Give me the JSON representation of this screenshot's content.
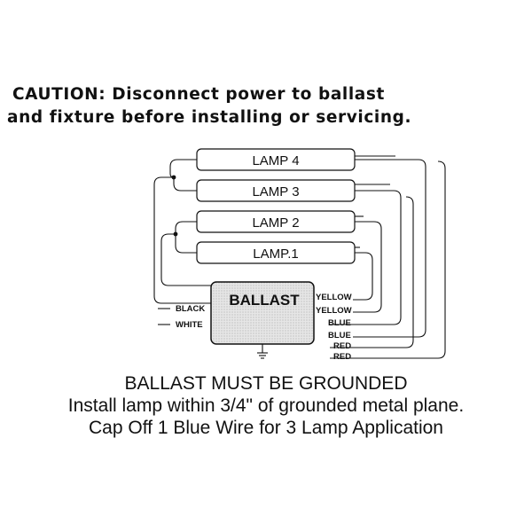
{
  "caution": {
    "line1": "CAUTION: Disconnect power to ballast",
    "line2": "and fixture before installing or servicing."
  },
  "lamps": [
    {
      "label": "LAMP 4"
    },
    {
      "label": "LAMP 3"
    },
    {
      "label": "LAMP 2"
    },
    {
      "label": "LAMP.1"
    }
  ],
  "ballast": {
    "label": "BALLAST"
  },
  "input_wires": [
    "BLACK",
    "WHITE"
  ],
  "output_wires": [
    "YELLOW",
    "YELLOW",
    "BLUE",
    "BLUE",
    "RED",
    "RED"
  ],
  "notes": {
    "line1": "BALLAST MUST BE GROUNDED",
    "line2": "Install lamp within 3/4\" of grounded metal plane.",
    "line3": "Cap Off 1 Blue Wire for 3 Lamp  Application"
  },
  "colors": {
    "ink": "#111111",
    "ballast_fill": "#d9d9d9",
    "background": "#ffffff"
  }
}
